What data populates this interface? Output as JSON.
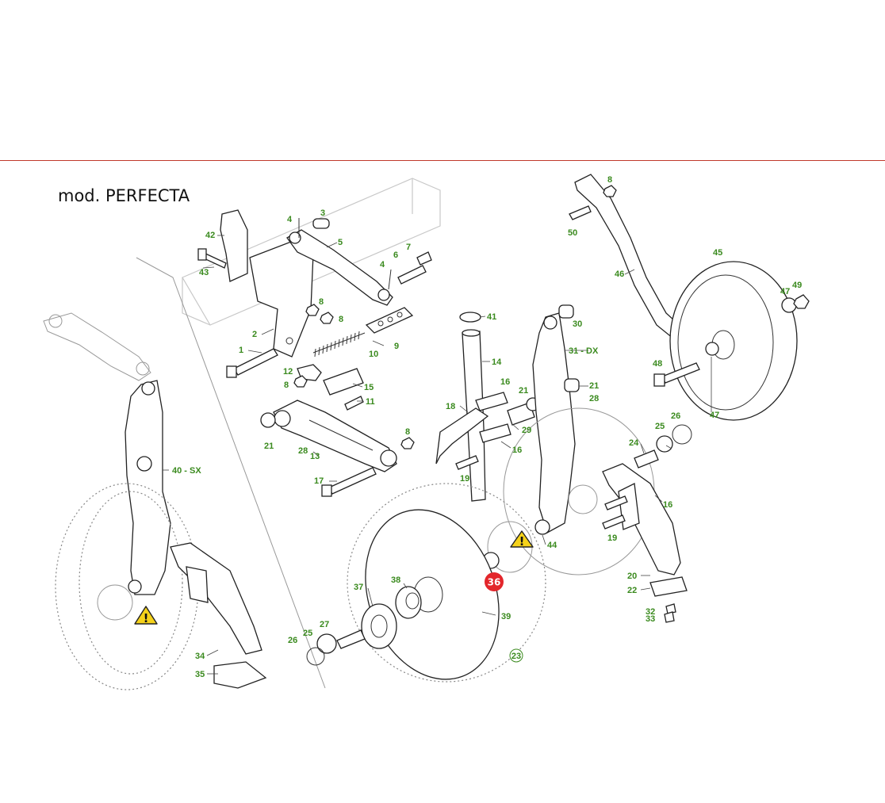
{
  "header": {
    "title": "mod. PERFECTA"
  },
  "callouts": [
    {
      "text": "42"
    },
    {
      "text": "43"
    },
    {
      "text": "4"
    },
    {
      "text": "3"
    },
    {
      "text": "5"
    },
    {
      "text": "7"
    },
    {
      "text": "6"
    },
    {
      "text": "4"
    },
    {
      "text": "8"
    },
    {
      "text": "8"
    },
    {
      "text": "2"
    },
    {
      "text": "1"
    },
    {
      "text": "9"
    },
    {
      "text": "10"
    },
    {
      "text": "12"
    },
    {
      "text": "8"
    },
    {
      "text": "15"
    },
    {
      "text": "11"
    },
    {
      "text": "21"
    },
    {
      "text": "28"
    },
    {
      "text": "13"
    },
    {
      "text": "8"
    },
    {
      "text": "17"
    },
    {
      "text": "40 - SX"
    },
    {
      "text": "34"
    },
    {
      "text": "35"
    },
    {
      "text": "41"
    },
    {
      "text": "14"
    },
    {
      "text": "16"
    },
    {
      "text": "18"
    },
    {
      "text": "21"
    },
    {
      "text": "29"
    },
    {
      "text": "16"
    },
    {
      "text": "19"
    },
    {
      "text": "30"
    },
    {
      "text": "31 - DX"
    },
    {
      "text": "21"
    },
    {
      "text": "28"
    },
    {
      "text": "44"
    },
    {
      "text": "8"
    },
    {
      "text": "50"
    },
    {
      "text": "46"
    },
    {
      "text": "45"
    },
    {
      "text": "47"
    },
    {
      "text": "49"
    },
    {
      "text": "48"
    },
    {
      "text": "47"
    },
    {
      "text": "26"
    },
    {
      "text": "25"
    },
    {
      "text": "24"
    },
    {
      "text": "16"
    },
    {
      "text": "19"
    },
    {
      "text": "20"
    },
    {
      "text": "22"
    },
    {
      "text": "32"
    },
    {
      "text": "33"
    },
    {
      "text": "37"
    },
    {
      "text": "38"
    },
    {
      "text": "39"
    },
    {
      "text": "27"
    },
    {
      "text": "25"
    },
    {
      "text": "26"
    }
  ],
  "highlight": {
    "text": "36",
    "color": "#e3262b"
  },
  "ringed": {
    "text": "23"
  },
  "colors": {
    "label": "#3a8a1e",
    "rule": "#c0392b",
    "warning": "#f5d21a"
  },
  "icons": [
    "warning-triangle-icon"
  ]
}
